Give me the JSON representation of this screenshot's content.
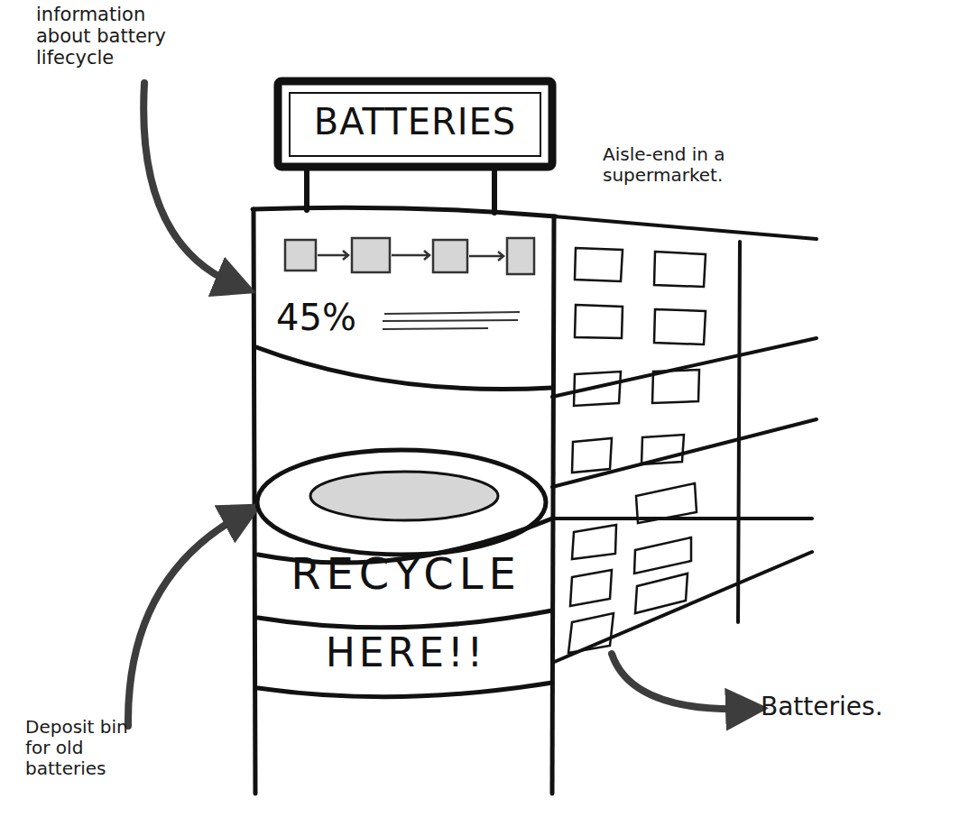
{
  "diagram": {
    "nodes": [
      {
        "text": [
          "BATTERIES"
        ]
      },
      {
        "text": [
          "45%"
        ]
      },
      {
        "text": [
          "RECYCLE",
          "HERE!!"
        ]
      }
    ],
    "labels": [
      "information about battery lifecycle",
      "Aisle-end in a supermarket.",
      "Deposit bin for old batteries",
      "Batteries."
    ]
  }
}
